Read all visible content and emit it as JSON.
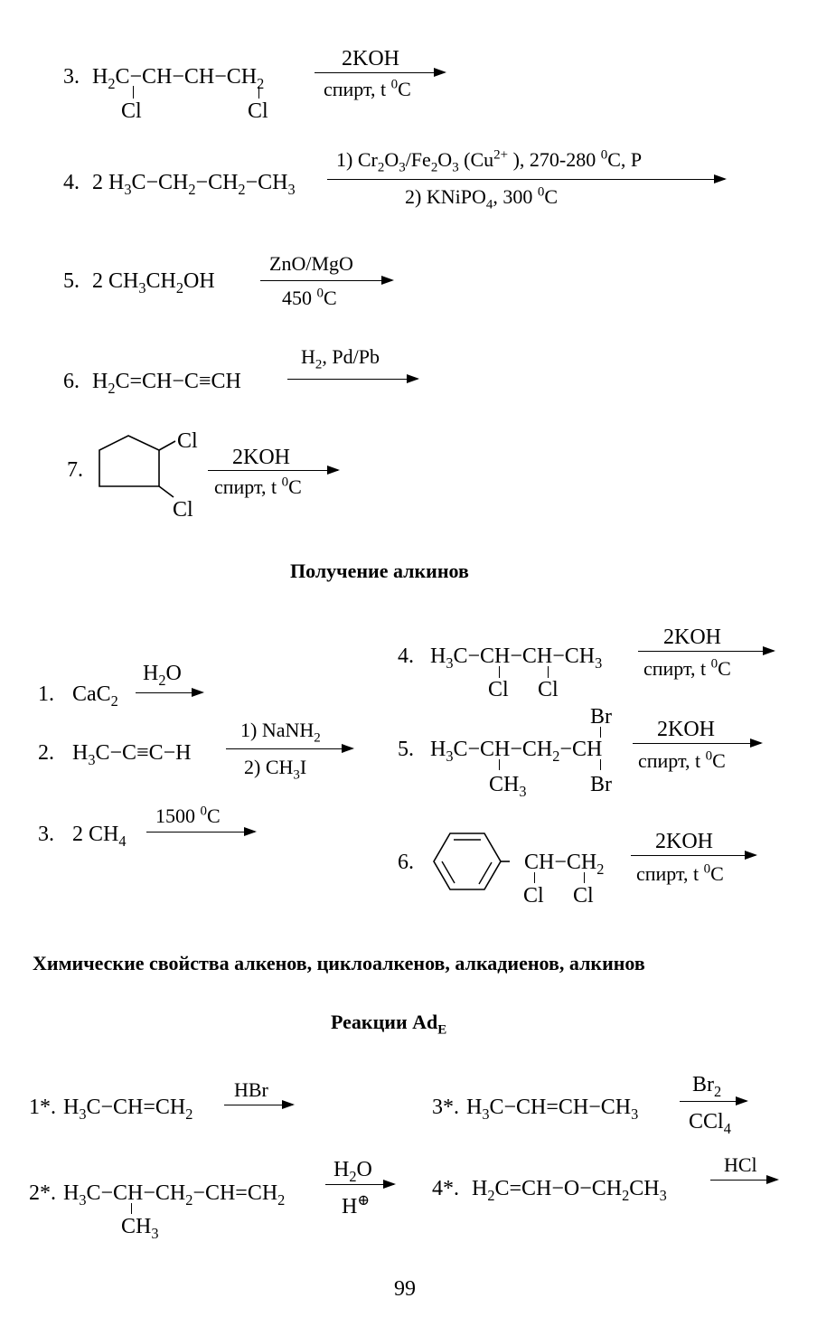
{
  "alkenes_prep": {
    "r3": {
      "num": "3.",
      "c1": "H",
      "s2": "2",
      "c2": "C−CH−CH−CH",
      "s3": "2",
      "cl1": "Cl",
      "cl2": "Cl",
      "top": "2KOH",
      "bottom": "спирт, t ",
      "deg": "0",
      "unit": "C"
    },
    "r4": {
      "num": "4.",
      "pre": "2 H",
      "s3": "3",
      "a": "C−CH",
      "s2a": "2",
      "b": "−CH",
      "s2b": "2",
      "c": "−CH",
      "s3b": "3",
      "top": "1) Cr",
      "top_s2": "2",
      "top_o": "O",
      "top_s3": "3",
      "top_fe": "/Fe",
      "top_s2b": "2",
      "top_o2": "O",
      "top_s3b": "3",
      "top_cu": " (Cu",
      "top_sup": "2+",
      "top_rest": " ), 270-280 ",
      "top_deg": "0",
      "top_end": "C, P",
      "bottom": "2) KNiPO",
      "bottom_s": "4",
      "bottom_rest": ", 300 ",
      "bottom_deg": "0",
      "bottom_end": "C"
    },
    "r5": {
      "num": "5.",
      "pre": "2 CH",
      "s3": "3",
      "mid": "CH",
      "s2": "2",
      "end": "OH",
      "top": "ZnO/MgO",
      "bottom": "450 ",
      "deg": "0",
      "unit": "C"
    },
    "r6": {
      "num": "6.",
      "h": "H",
      "s2": "2",
      "rest": "C=CH−C≡CH",
      "top": "H",
      "top_s": "2",
      "top_rest": ", Pd/Pb"
    },
    "r7": {
      "num": "7.",
      "cl1": "Cl",
      "cl2": "Cl",
      "top": "2KOH",
      "bottom": "спирт, t ",
      "deg": "0",
      "unit": "C"
    }
  },
  "alkynes_heading": "Получение алкинов",
  "alkynes_prep": {
    "r1": {
      "num": "1.",
      "f": "CaC",
      "s": "2",
      "top": "H",
      "top_s": "2",
      "top_o": "O"
    },
    "r2": {
      "num": "2.",
      "h": "H",
      "s3": "3",
      "rest": "C−C≡C−H",
      "top": "1) NaNH",
      "top_s": "2",
      "bottom": "2) CH",
      "bottom_s": "3",
      "bottom_end": "I"
    },
    "r3": {
      "num": "3.",
      "pre": "2 CH",
      "s": "4",
      "top": "1500 ",
      "deg": "0",
      "unit": "C"
    },
    "r4": {
      "num": "4.",
      "h": "H",
      "s3": "3",
      "mid": "C−CH−CH−CH",
      "s3b": "3",
      "cl1": "Cl",
      "cl2": "Cl",
      "top": "2KOH",
      "bottom": "спирт, t ",
      "deg": "0",
      "unit": "C"
    },
    "r5": {
      "num": "5.",
      "h": "H",
      "s3": "3",
      "mid": "C−CH−CH",
      "s2": "2",
      "end": "−CH",
      "br_top": "Br",
      "br_bottom": "Br",
      "ch": "CH",
      "ch_s": "3",
      "top": "2KOH",
      "bottom": "спирт, t ",
      "deg": "0",
      "unit": "C"
    },
    "r6": {
      "num": "6.",
      "chain": "CH−CH",
      "s2": "2",
      "cl1": "Cl",
      "cl2": "Cl",
      "top": "2KOH",
      "bottom": "спирт, t ",
      "deg": "0",
      "unit": "C"
    }
  },
  "properties_heading": "Химические свойства алкенов, циклоалкенов, алкадиенов, алкинов",
  "reactions_heading": "Реакции Ad",
  "reactions_heading_sub": "E",
  "reactions": {
    "r1": {
      "num": "1",
      "star": "*.",
      "h": "H",
      "s3": "3",
      "rest": "C−CH=CH",
      "s2": "2",
      "top": "HBr"
    },
    "r2": {
      "num": "2",
      "star": "*.",
      "h": "H",
      "s3": "3",
      "a": "C−CH−CH",
      "s2a": "2",
      "b": "−CH=CH",
      "s2b": "2",
      "ch": "CH",
      "ch_s": "3",
      "top": "H",
      "top_s": "2",
      "top_o": "O",
      "bottom": "H",
      "bottom_sup": "⊕"
    },
    "r3": {
      "num": "3",
      "star": "*.",
      "h": "H",
      "s3": "3",
      "rest": "C−CH=CH−CH",
      "s3b": "3",
      "top": "Br",
      "top_s": "2",
      "bottom": "CCl",
      "bottom_s": "4"
    },
    "r4": {
      "num": "4",
      "star": "*.",
      "h": "H",
      "s2": "2",
      "rest": "C=CH−O−CH",
      "s2b": "2",
      "end": "CH",
      "s3": "3",
      "top": "HCl"
    }
  },
  "page_number": "99"
}
